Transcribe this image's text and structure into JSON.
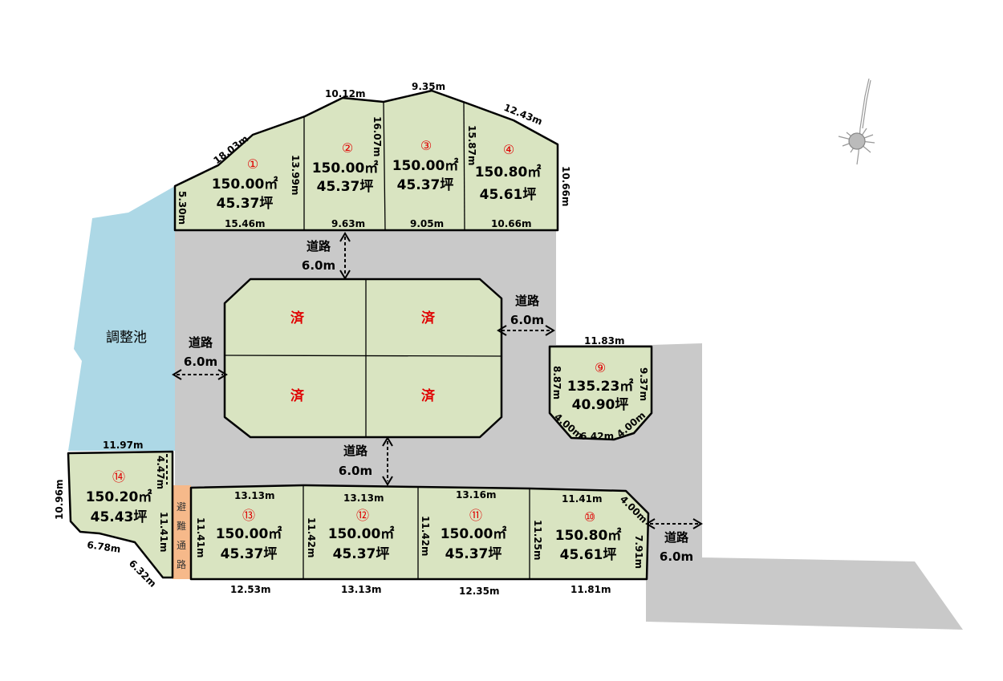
{
  "colors": {
    "lot": "#d9e4c1",
    "road": "#c9c9c9",
    "pond": "#add8e6",
    "evac": "#f6b98a",
    "number": "#e00000"
  },
  "pond_label": "調整池",
  "evac_label": [
    "避",
    "難",
    "通",
    "路"
  ],
  "road_label": "道路",
  "road_width": "6.0m",
  "sold_label": "済",
  "plots": [
    {
      "no": "①",
      "area": "150.00㎡",
      "tsubo": "45.37坪"
    },
    {
      "no": "②",
      "area": "150.00㎡",
      "tsubo": "45.37坪"
    },
    {
      "no": "③",
      "area": "150.00㎡",
      "tsubo": "45.37坪"
    },
    {
      "no": "④",
      "area": "150.80㎡",
      "tsubo": "45.61坪"
    },
    {
      "no": "⑨",
      "area": "135.23㎡",
      "tsubo": "40.90坪"
    },
    {
      "no": "⑩",
      "area": "150.80㎡",
      "tsubo": "45.61坪"
    },
    {
      "no": "⑪",
      "area": "150.00㎡",
      "tsubo": "45.37坪"
    },
    {
      "no": "⑫",
      "area": "150.00㎡",
      "tsubo": "45.37坪"
    },
    {
      "no": "⑬",
      "area": "150.00㎡",
      "tsubo": "45.37坪"
    },
    {
      "no": "⑭",
      "area": "150.20㎡",
      "tsubo": "45.43坪"
    }
  ],
  "dims": {
    "d1803": "18.03m",
    "d1012": "10.12m",
    "d935": "9.35m",
    "d1243": "12.43m",
    "d1066r": "10.66m",
    "d530": "5.30m",
    "d1399": "13.99m",
    "d1607": "16.07m",
    "d1587": "15.87m",
    "d1546": "15.46m",
    "d963": "9.63m",
    "d905": "9.05m",
    "d1066b": "10.66m",
    "d1183": "11.83m",
    "d887": "8.87m",
    "d937": "9.37m",
    "d400a": "4.00m",
    "d642": "6.42m",
    "d400b": "4.00m",
    "d1197": "11.97m",
    "d1096": "10.96m",
    "d447": "4.47m",
    "d1141a": "11.41m",
    "d678": "6.78m",
    "d632": "6.32m",
    "d1313a": "13.13m",
    "d1313b": "13.13m",
    "d1316": "13.16m",
    "d1141b": "11.41m",
    "d400c": "4.00m",
    "d1141c": "11.41m",
    "d1142a": "11.42m",
    "d1142b": "11.42m",
    "d1125": "11.25m",
    "d791": "7.91m",
    "d1253": "12.53m",
    "d1313c": "13.13m",
    "d1235": "12.35m",
    "d1181": "11.81m"
  }
}
